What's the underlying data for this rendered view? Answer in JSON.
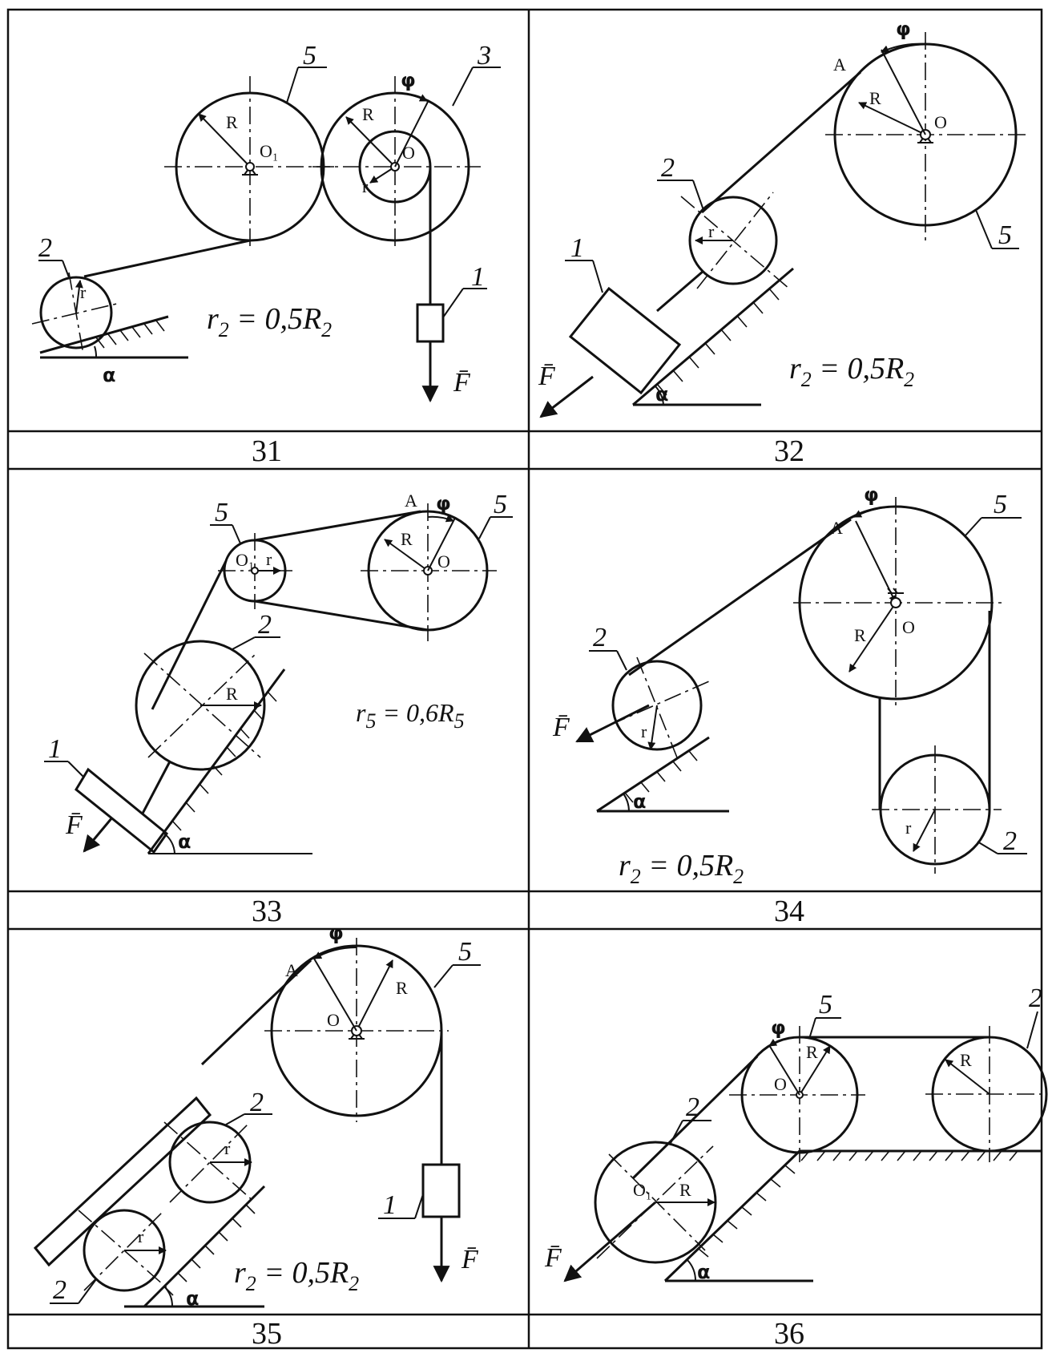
{
  "cells": [
    {
      "number": "31",
      "formula": {
        "lhs": "r",
        "lhs_sub": "2",
        "rest": " = 0,5R",
        "rest_sub": "2"
      }
    },
    {
      "number": "32",
      "formula": {
        "lhs": "r",
        "lhs_sub": "2",
        "rest": " = 0,5R",
        "rest_sub": "2"
      }
    },
    {
      "number": "33",
      "formula": {
        "lhs": "r",
        "lhs_sub": "5",
        "rest": " = 0,6R",
        "rest_sub": "5"
      }
    },
    {
      "number": "34",
      "formula": {
        "lhs": "r",
        "lhs_sub": "2",
        "rest": " = 0,5R",
        "rest_sub": "2"
      }
    },
    {
      "number": "35",
      "formula": {
        "lhs": "r",
        "lhs_sub": "2",
        "rest": " = 0,5R",
        "rest_sub": "2"
      }
    },
    {
      "number": "36"
    }
  ],
  "labels": {
    "body1": "1",
    "body2": "2",
    "body3": "3",
    "body5": "5",
    "force": "F̄",
    "radius": "R",
    "small_radius": "r",
    "point_a": "A",
    "center_o": "O",
    "center_o1": "O₁",
    "angle_alpha": "α",
    "angle_phi": "φ"
  },
  "colors": {
    "ink": "#111111",
    "paper": "#ffffff"
  }
}
